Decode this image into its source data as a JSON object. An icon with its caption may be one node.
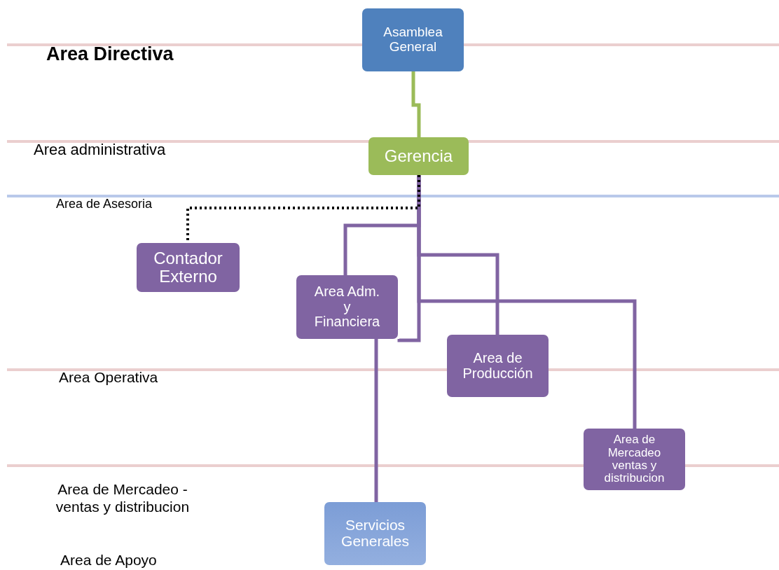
{
  "diagram": {
    "nodes": [
      {
        "text": [
          "Asamblea General"
        ]
      },
      {
        "text": [
          "Gerencia"
        ]
      },
      {
        "text": [
          "Contador Externo"
        ]
      },
      {
        "text": [
          "Area Adm. y Financiera"
        ]
      },
      {
        "text": [
          "Area de Producción"
        ]
      },
      {
        "text": [
          "Area de Mercadeo ventas y distribucion"
        ]
      },
      {
        "text": [
          "Servicios Generales"
        ]
      }
    ],
    "edges": [
      {
        "from": 0,
        "to": 1,
        "arrow": "none",
        "color": "#9bbb59"
      },
      {
        "from": 1,
        "to": 3,
        "arrow": "none"
      },
      {
        "from": 1,
        "to": 3,
        "arrow": "none"
      },
      {
        "from": 1,
        "to": 4,
        "arrow": "none"
      },
      {
        "from": 1,
        "to": 5,
        "arrow": "none"
      },
      {
        "from": 1,
        "to": 2,
        "arrow": "none",
        "style": "dashed",
        "color": "#000000"
      },
      {
        "from": 3,
        "to": 6,
        "arrow": "none"
      }
    ],
    "labels": [
      "Area Directiva",
      "Area administrativa",
      "Area de Asesoria",
      "Area Operativa",
      "Area de Mercadeo - ventas y distribucion",
      "Area de Apoyo"
    ]
  }
}
